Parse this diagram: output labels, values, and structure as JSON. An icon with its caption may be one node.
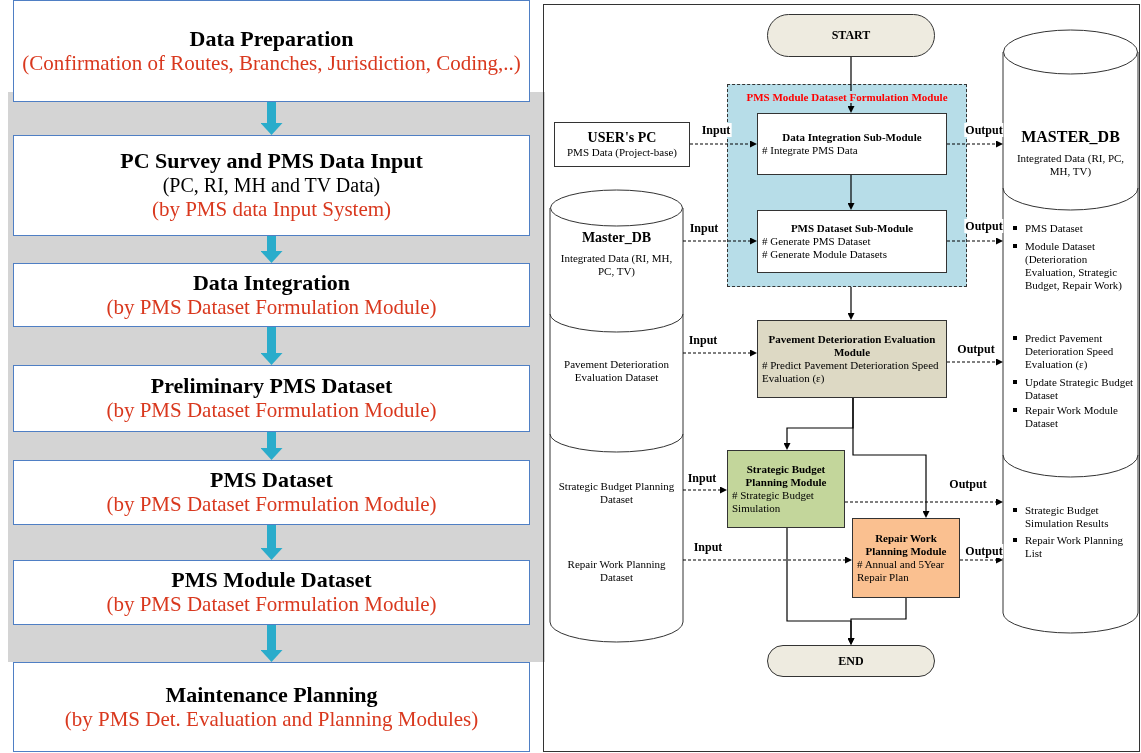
{
  "diagram": {
    "nodes": [
      {
        "text": [
          "Data Preparation",
          "(Confirmation of Routes, Branches, Jurisdiction, Coding,..)"
        ]
      },
      {
        "text": [
          "PC Survey and PMS Data Input",
          "(PC, RI, MH and TV Data)",
          "(by PMS data Input System)"
        ]
      },
      {
        "text": [
          "Data Integration",
          "(by PMS Dataset Formulation Module)"
        ]
      },
      {
        "text": [
          "Preliminary PMS Dataset",
          "(by PMS Dataset Formulation Module)"
        ]
      },
      {
        "text": [
          "PMS Dataset",
          "(by PMS Dataset Formulation Module)"
        ]
      },
      {
        "text": [
          "PMS Module Dataset",
          "(by PMS Dataset Formulation Module)"
        ]
      },
      {
        "text": [
          "Maintenance Planning",
          "(by PMS Det. Evaluation and Planning Modules)"
        ]
      },
      {
        "text": [
          "START"
        ]
      },
      {
        "text": [
          "PMS Module Dataset Formulation Module"
        ]
      },
      {
        "text": [
          "Data Integration Sub-Module",
          "# Integrate PMS Data"
        ],
        "in": 8
      },
      {
        "text": [
          "PMS Dataset Sub-Module",
          "# Generate PMS Dataset",
          "# Generate Module Datasets"
        ],
        "in": 8
      },
      {
        "text": [
          "USER's PC",
          "PMS Data (Project-base)"
        ]
      },
      {
        "text": [
          "Master_DB",
          "Integrated Data (RI, MH, PC, TV)",
          "Pavement Deterioration Evaluation Dataset",
          "Strategic Budget Planning Dataset",
          "Repair Work Planning Dataset"
        ]
      },
      {
        "text": [
          "Pavement Deterioration Evaluation Module",
          "# Predict Pavement Deterioration Speed Evaluation (ε)"
        ]
      },
      {
        "text": [
          "Strategic Budget Planning Module",
          "# Strategic Budget Simulation"
        ]
      },
      {
        "text": [
          "Repair Work Planning Module",
          "# Annual and 5Year Repair Plan"
        ]
      },
      {
        "text": [
          "END"
        ]
      },
      {
        "text": [
          "MASTER_DB",
          "Integrated Data (RI, PC, MH, TV)",
          "PMS Dataset",
          "Module Dataset (Deterioration Evaluation, Strategic Budget, Repair Work)",
          "Predict Pavement Deterioration Speed Evaluation (ε)",
          "Update Strategic Budget Dataset",
          "Repair Work Module Dataset",
          "Strategic Budget Simulation Results",
          "Repair Work Planning List"
        ]
      }
    ],
    "edges": [
      {
        "from": 0,
        "to": 1,
        "arrow": "to",
        "style": "thick",
        "color": "#2aaccb"
      },
      {
        "from": 1,
        "to": 2,
        "arrow": "to",
        "style": "thick",
        "color": "#2aaccb"
      },
      {
        "from": 2,
        "to": 3,
        "arrow": "to",
        "style": "thick",
        "color": "#2aaccb"
      },
      {
        "from": 3,
        "to": 4,
        "arrow": "to",
        "style": "thick",
        "color": "#2aaccb"
      },
      {
        "from": 4,
        "to": 5,
        "arrow": "to",
        "style": "thick",
        "color": "#2aaccb"
      },
      {
        "from": 5,
        "to": 6,
        "arrow": "to",
        "style": "thick",
        "color": "#2aaccb"
      },
      {
        "from": 7,
        "to": 9,
        "arrow": "to"
      },
      {
        "from": 9,
        "to": 10,
        "arrow": "to"
      },
      {
        "from": 10,
        "to": 13,
        "arrow": "to"
      },
      {
        "from": 13,
        "to": 14,
        "arrow": "to"
      },
      {
        "from": 13,
        "to": 15,
        "arrow": "to"
      },
      {
        "from": 14,
        "to": 16,
        "arrow": "to"
      },
      {
        "from": 15,
        "to": 16,
        "arrow": "to"
      },
      {
        "from": 11,
        "to": 9,
        "arrow": "to",
        "label": "Input",
        "style": "dashed"
      },
      {
        "from": 12,
        "to": 10,
        "arrow": "to",
        "label": "Input",
        "style": "dashed"
      },
      {
        "from": 12,
        "to": 13,
        "arrow": "to",
        "label": "Input",
        "style": "dashed"
      },
      {
        "from": 12,
        "to": 14,
        "arrow": "to",
        "label": "Input",
        "style": "dashed"
      },
      {
        "from": 12,
        "to": 15,
        "arrow": "to",
        "label": "Input",
        "style": "dashed"
      },
      {
        "from": 9,
        "to": 17,
        "arrow": "to",
        "label": "Output",
        "style": "dashed"
      },
      {
        "from": 10,
        "to": 17,
        "arrow": "to",
        "label": "Output",
        "style": "dashed"
      },
      {
        "from": 13,
        "to": 17,
        "arrow": "to",
        "label": "Output",
        "style": "dashed"
      },
      {
        "from": 14,
        "to": 17,
        "arrow": "to",
        "label": "Output",
        "style": "dashed"
      },
      {
        "from": 15,
        "to": 17,
        "arrow": "to",
        "label": "Output",
        "style": "dashed"
      }
    ]
  }
}
